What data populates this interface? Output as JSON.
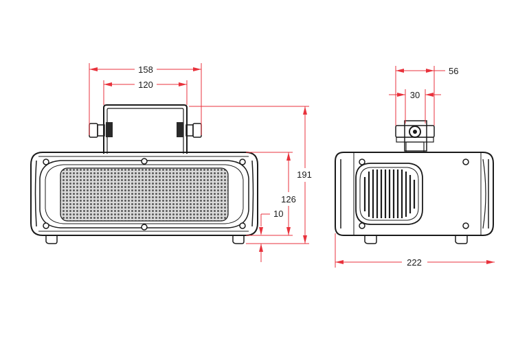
{
  "dimensions": {
    "bracket_outer_width": "158",
    "bracket_inner_width": "120",
    "total_height": "191",
    "body_height": "126",
    "foot_height": "10",
    "side_bracket_outer": "56",
    "side_bracket_inner": "30",
    "depth": "222"
  },
  "colors": {
    "dimension_line": "#e8323c",
    "outline": "#1a1a1a",
    "led_panel": "#6a6a6a"
  }
}
